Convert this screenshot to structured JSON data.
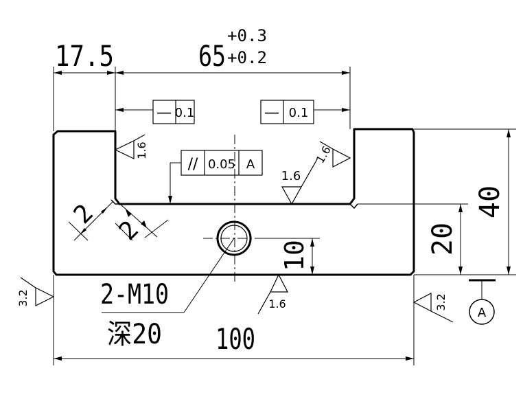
{
  "drawing": {
    "dims": {
      "left_offset": "17.5",
      "slot_width": "65",
      "slot_tol_upper": "+0.3",
      "slot_tol_lower": "+0.2",
      "total_width": "100",
      "height": "40",
      "inner_height": "20",
      "hole_height": "10",
      "chamfer_a": "2",
      "chamfer_b": "2"
    },
    "callout": {
      "thread": "2-M10",
      "depth": "深20"
    },
    "flatness_left": {
      "symbol": "—",
      "value": "0.1"
    },
    "flatness_right": {
      "symbol": "—",
      "value": "0.1"
    },
    "parallelism": {
      "symbol": "//",
      "value": "0.05",
      "datum": "A"
    },
    "roughness": {
      "left_wall": "1.6",
      "right_wall": "1.6",
      "slot_bottom": "1.6",
      "bottom_face": "1.6",
      "left_side": "3.2",
      "right_side": "3.2"
    },
    "datum_label": "A"
  }
}
